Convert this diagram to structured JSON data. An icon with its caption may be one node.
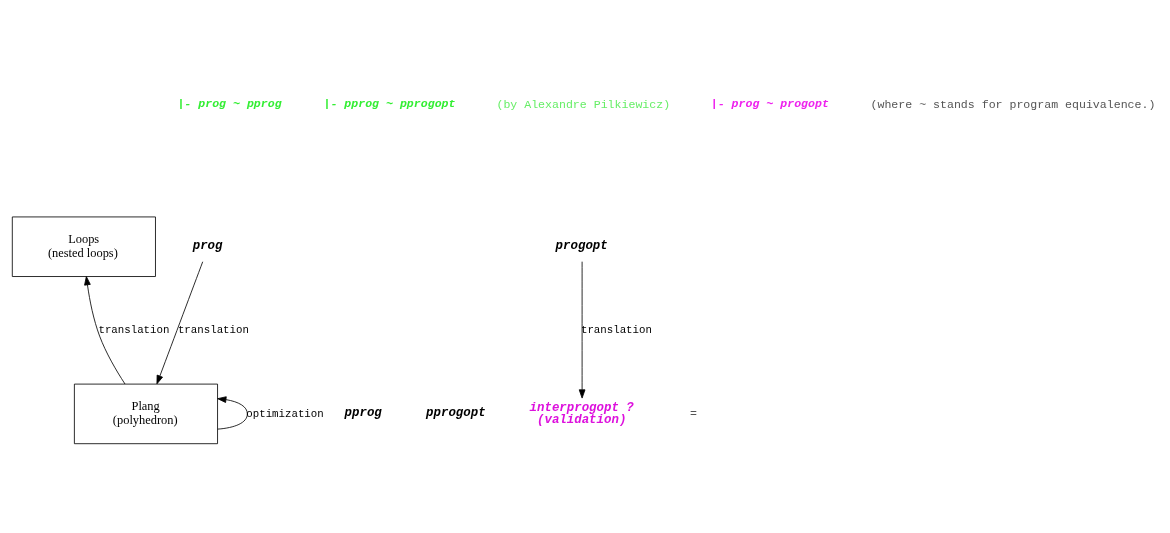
{
  "diagram": {
    "nodes": [
      {
        "text": [
          "Plang",
          "(polyhedron)"
        ]
      },
      {
        "text": [
          "Loops",
          "(nested loops)"
        ]
      },
      {
        "text": [
          "pprog"
        ]
      },
      {
        "text": [
          "prog"
        ]
      },
      {
        "text": [
          "pprogopt"
        ]
      },
      {
        "text": [
          "interprogopt ?",
          "(validation)"
        ]
      },
      {
        "text": [
          "progopt"
        ]
      }
    ],
    "edges": [
      {
        "from": 0,
        "to": 0,
        "arrow": "to",
        "label": "optimization"
      },
      {
        "from": 3,
        "to": 0,
        "arrow": "to",
        "label": "translation"
      },
      {
        "from": 0,
        "to": 1,
        "arrow": "to",
        "label": "translation"
      },
      {
        "from": 6,
        "to": 5,
        "arrow": "to",
        "label": "translation"
      }
    ],
    "labels": [
      "=",
      "|- prog ~ pprog",
      "|- pprog ~ pprogopt",
      "(by Alexandre Pilkiewicz)",
      "|- prog ~ progopt",
      "(where ~ stands for program equivalence.)"
    ]
  }
}
